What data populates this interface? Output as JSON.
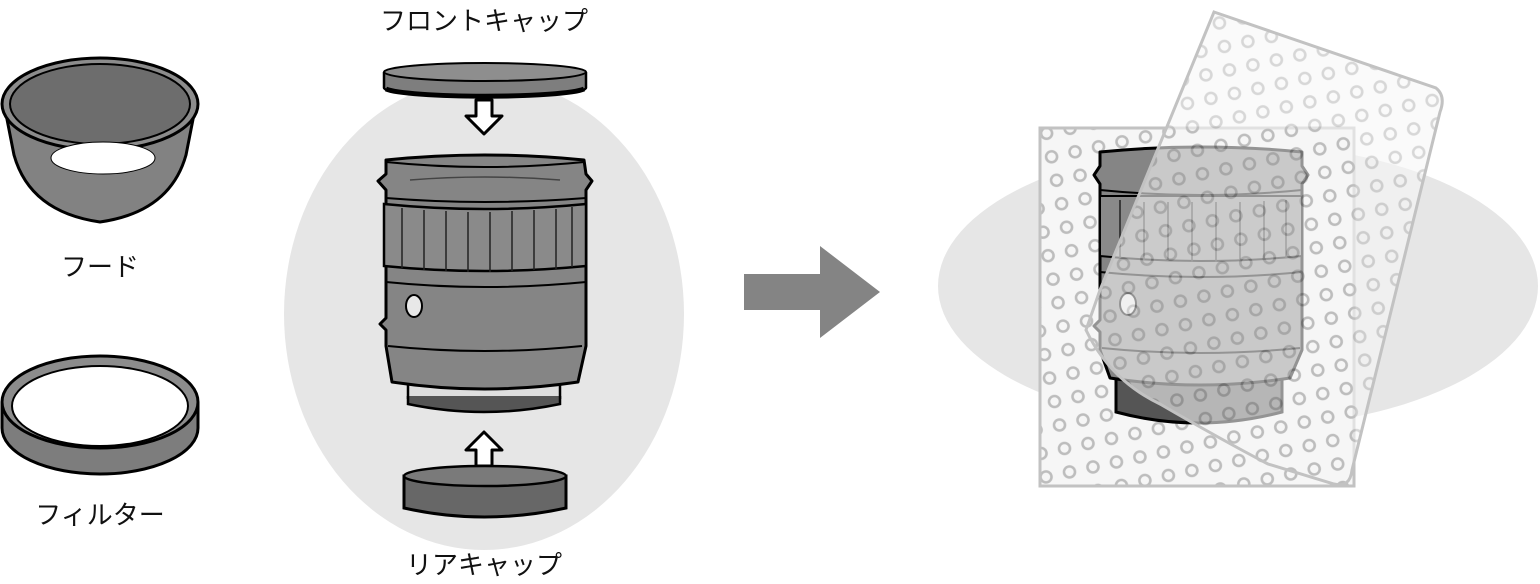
{
  "labels": {
    "hood": "フード",
    "filter": "フィルター",
    "front_cap": "フロントキャップ",
    "rear_cap": "リアキャップ"
  },
  "colors": {
    "background": "#ffffff",
    "ellipse": "#e6e6e6",
    "part_body": "#858585",
    "part_dark": "#6f6f6f",
    "outline": "#000000",
    "arrow": "#848484",
    "bubble_wrap": "#bdbdbd"
  },
  "icons": {
    "hood": "lens-hood-icon",
    "filter": "filter-ring-icon",
    "lens": "camera-lens-icon",
    "front_cap": "front-cap-icon",
    "rear_cap": "rear-cap-icon",
    "arrow": "right-arrow-icon",
    "wrapped_lens": "bubble-wrapped-lens-icon"
  }
}
